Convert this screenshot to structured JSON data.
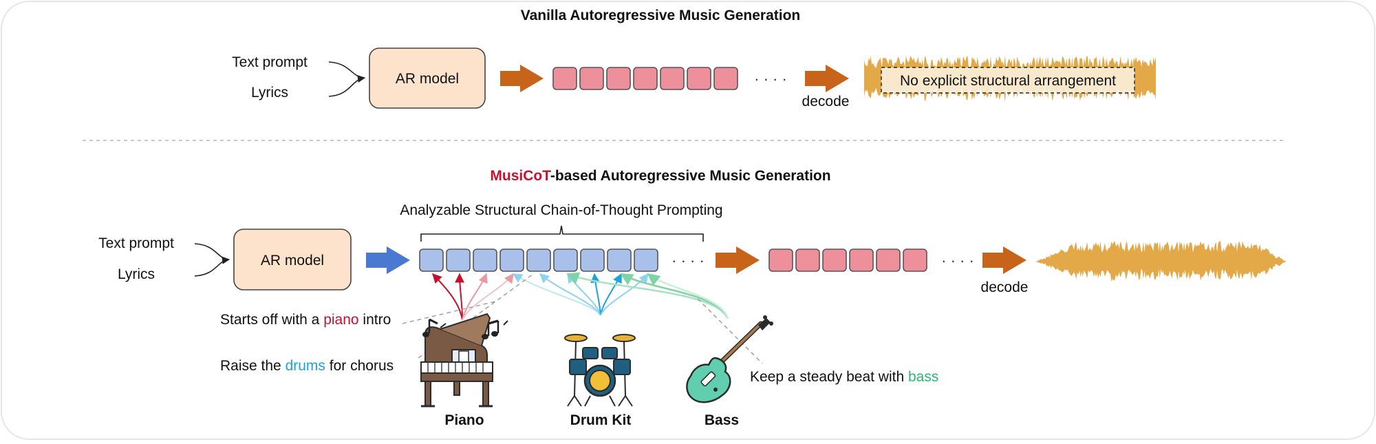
{
  "top": {
    "title": "Vanilla Autoregressive Music Generation",
    "inputs": [
      "Text prompt",
      "Lyrics"
    ],
    "model_label": "AR model",
    "ellipsis": "· · · ·",
    "decode_label": "decode",
    "waveform_note": "No explicit structural arrangement"
  },
  "bottom": {
    "title_highlight": "MusiCoT",
    "title_rest": "-based Autoregressive Music Generation",
    "brace_label": "Analyzable Structural Chain-of-Thought Prompting",
    "inputs": [
      "Text prompt",
      "Lyrics"
    ],
    "model_label": "AR model",
    "ellipsis1": "· · · ·",
    "ellipsis2": "· · · ·",
    "decode_label": "decode",
    "prompt1": {
      "before": "Starts off with a ",
      "keyword": "piano",
      "after": " intro"
    },
    "prompt2": {
      "before": "Raise the ",
      "keyword": "drums",
      "after": " for chorus"
    },
    "prompt3": {
      "before": "Keep a steady beat with ",
      "keyword": "bass",
      "after": ""
    },
    "instruments": [
      "Piano",
      "Drum Kit",
      "Bass"
    ]
  },
  "colors": {
    "highlight_red": "#c8102e",
    "piano_red": "#c8102e",
    "drums_blue": "#1aa3dc",
    "bass_green": "#2bb673",
    "ar_box_fill": "#fde3cc",
    "token_pink": "#ee8f9c",
    "token_blue": "#a9c1ea",
    "arrow_orange": "#c8641a",
    "arrow_blue": "#4a79d1",
    "waveform": "#e3a948"
  }
}
